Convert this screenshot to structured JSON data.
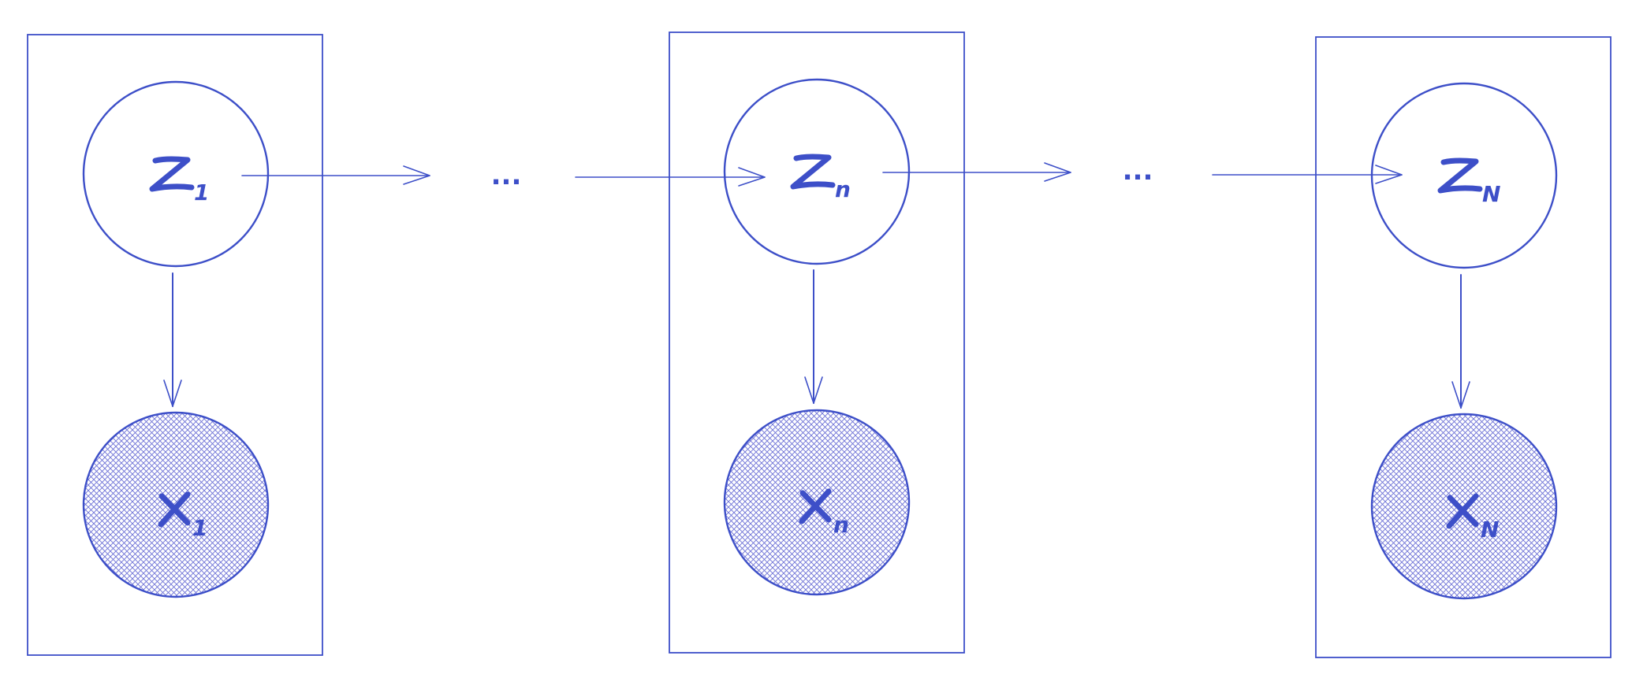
{
  "colors": {
    "ink": "#3d4fc8",
    "hatch": "#6b6fd6"
  },
  "plates": [
    {
      "hidden": {
        "label": "Z",
        "subscript": "1"
      },
      "observed": {
        "label": "X",
        "subscript": "1"
      }
    },
    {
      "hidden": {
        "label": "Z",
        "subscript": "n"
      },
      "observed": {
        "label": "X",
        "subscript": "n"
      }
    },
    {
      "hidden": {
        "label": "Z",
        "subscript": "N"
      },
      "observed": {
        "label": "X",
        "subscript": "N"
      }
    }
  ],
  "ellipsis": [
    "...",
    "..."
  ]
}
